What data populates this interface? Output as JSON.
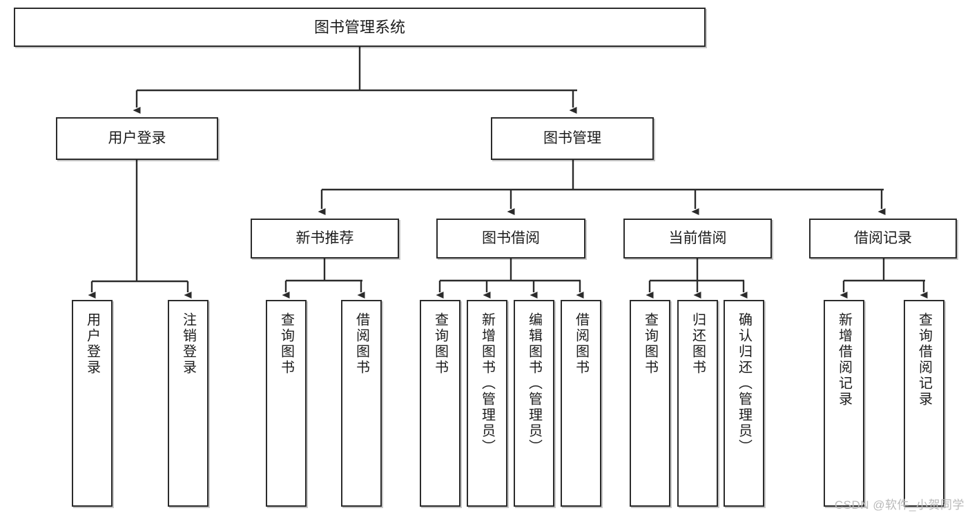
{
  "diagram": {
    "title": "图书管理系统",
    "type": "tree-hierarchy-diagram",
    "watermark": "CSDN @软件_小贺同学",
    "colors": {
      "stroke": "#2b2b2b",
      "fill": "#ffffff",
      "text": "#1c1c1c",
      "watermark": "#b9b9b9"
    },
    "nodes": {
      "root": {
        "label": "图书管理系统"
      },
      "level2": [
        {
          "id": "user-login",
          "label": "用户登录"
        },
        {
          "id": "book-manage",
          "label": "图书管理"
        }
      ],
      "level3": [
        {
          "id": "new-book-recommend",
          "label": "新书推荐"
        },
        {
          "id": "book-borrow",
          "label": "图书借阅"
        },
        {
          "id": "current-borrow",
          "label": "当前借阅"
        },
        {
          "id": "borrow-record",
          "label": "借阅记录"
        }
      ],
      "leaves": {
        "user-login": [
          {
            "id": "leaf-user-login",
            "label": "用户登录"
          },
          {
            "id": "leaf-logout-login",
            "label": "注销登录"
          }
        ],
        "new-book-recommend": [
          {
            "id": "leaf-query-book-1",
            "label": "查询图书"
          },
          {
            "id": "leaf-borrow-book-1",
            "label": "借阅图书"
          }
        ],
        "book-borrow": [
          {
            "id": "leaf-query-book-2",
            "label": "查询图书"
          },
          {
            "id": "leaf-add-book-admin",
            "label": "新增图书（管理员）"
          },
          {
            "id": "leaf-edit-book-admin",
            "label": "编辑图书（管理员）"
          },
          {
            "id": "leaf-borrow-book-2",
            "label": "借阅图书"
          }
        ],
        "current-borrow": [
          {
            "id": "leaf-query-book-3",
            "label": "查询图书"
          },
          {
            "id": "leaf-return-book",
            "label": "归还图书"
          },
          {
            "id": "leaf-confirm-return-admin",
            "label": "确认归还（管理员）"
          }
        ],
        "borrow-record": [
          {
            "id": "leaf-add-borrow-record",
            "label": "新增借阅记录"
          },
          {
            "id": "leaf-query-borrow-record",
            "label": "查询借阅记录"
          }
        ]
      }
    }
  }
}
